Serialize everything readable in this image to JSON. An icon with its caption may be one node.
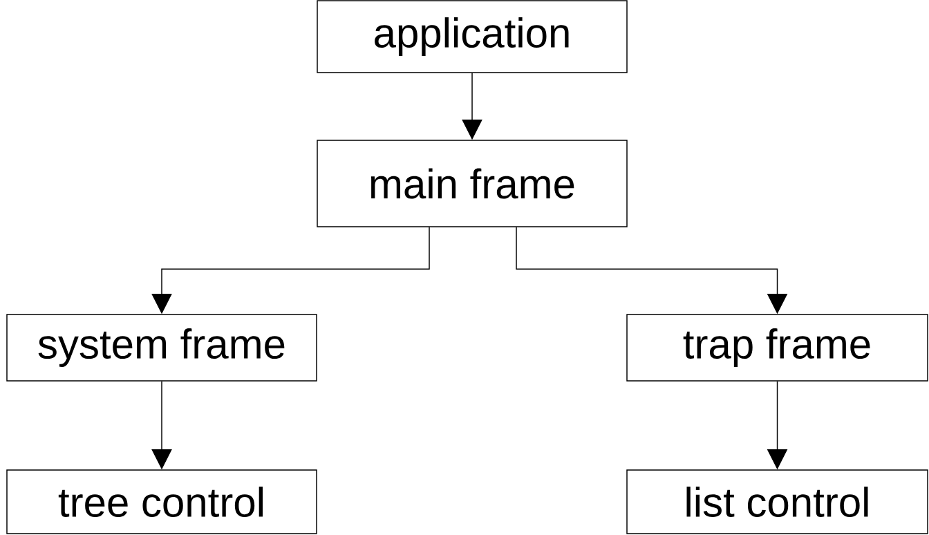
{
  "diagram": {
    "nodes": [
      {
        "text": [
          "application"
        ]
      },
      {
        "text": [
          "main frame"
        ]
      },
      {
        "text": [
          "system frame"
        ]
      },
      {
        "text": [
          "trap frame"
        ]
      },
      {
        "text": [
          "tree control"
        ]
      },
      {
        "text": [
          "list control"
        ]
      }
    ],
    "edges": [
      {
        "from": 0,
        "to": 1,
        "arrow": "to"
      },
      {
        "from": 1,
        "to": 2,
        "arrow": "to"
      },
      {
        "from": 1,
        "to": 3,
        "arrow": "to"
      },
      {
        "from": 2,
        "to": 4,
        "arrow": "to"
      },
      {
        "from": 3,
        "to": 5,
        "arrow": "to"
      }
    ]
  }
}
